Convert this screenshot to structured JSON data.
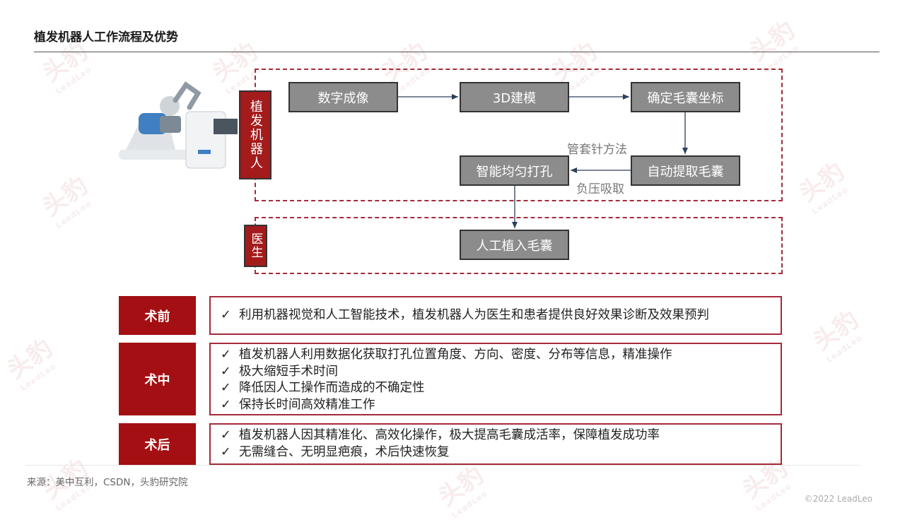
{
  "title": "植发机器人工作流程及优势",
  "watermark": {
    "cn": "头豹",
    "en": "LeadLeo"
  },
  "actors": {
    "robot_label": "植发机器人",
    "doctor_label": "医生"
  },
  "nodes": {
    "digital_imaging": "数字成像",
    "modeling_3d": "3D建模",
    "follicle_coords": "确定毛囊坐标",
    "auto_extract": "自动提取毛囊",
    "smart_drilling": "智能均匀打孔",
    "manual_implant": "人工植入毛囊"
  },
  "edge_labels": {
    "cannula_method": "管套针方法",
    "negative_pressure": "负压吸取"
  },
  "check_mark": "✓",
  "stages": [
    {
      "name": "术前",
      "points": [
        "利用机器视觉和人工智能技术，植发机器人为医生和患者提供良好效果诊断及效果预判"
      ]
    },
    {
      "name": "术中",
      "points": [
        "植发机器人利用数据化获取打孔位置角度、方向、密度、分布等信息，精准操作",
        "极大缩短手术时间",
        "降低因人工操作而造成的不确定性",
        "保持长时间高效精准工作"
      ]
    },
    {
      "name": "术后",
      "points": [
        "植发机器人因其精准化、高效化操作，极大提高毛囊成活率，保障植发成功率",
        "无需缝合、无明显疤痕，术后快速恢复"
      ]
    }
  ],
  "source": "来源：美中互利，CSDN，头豹研究院",
  "copyright": "©2022 LeadLeo",
  "colors": {
    "brand_red": "#a30f12",
    "dash_red": "#a52a3a",
    "node_gray": "#8c8c8c"
  }
}
